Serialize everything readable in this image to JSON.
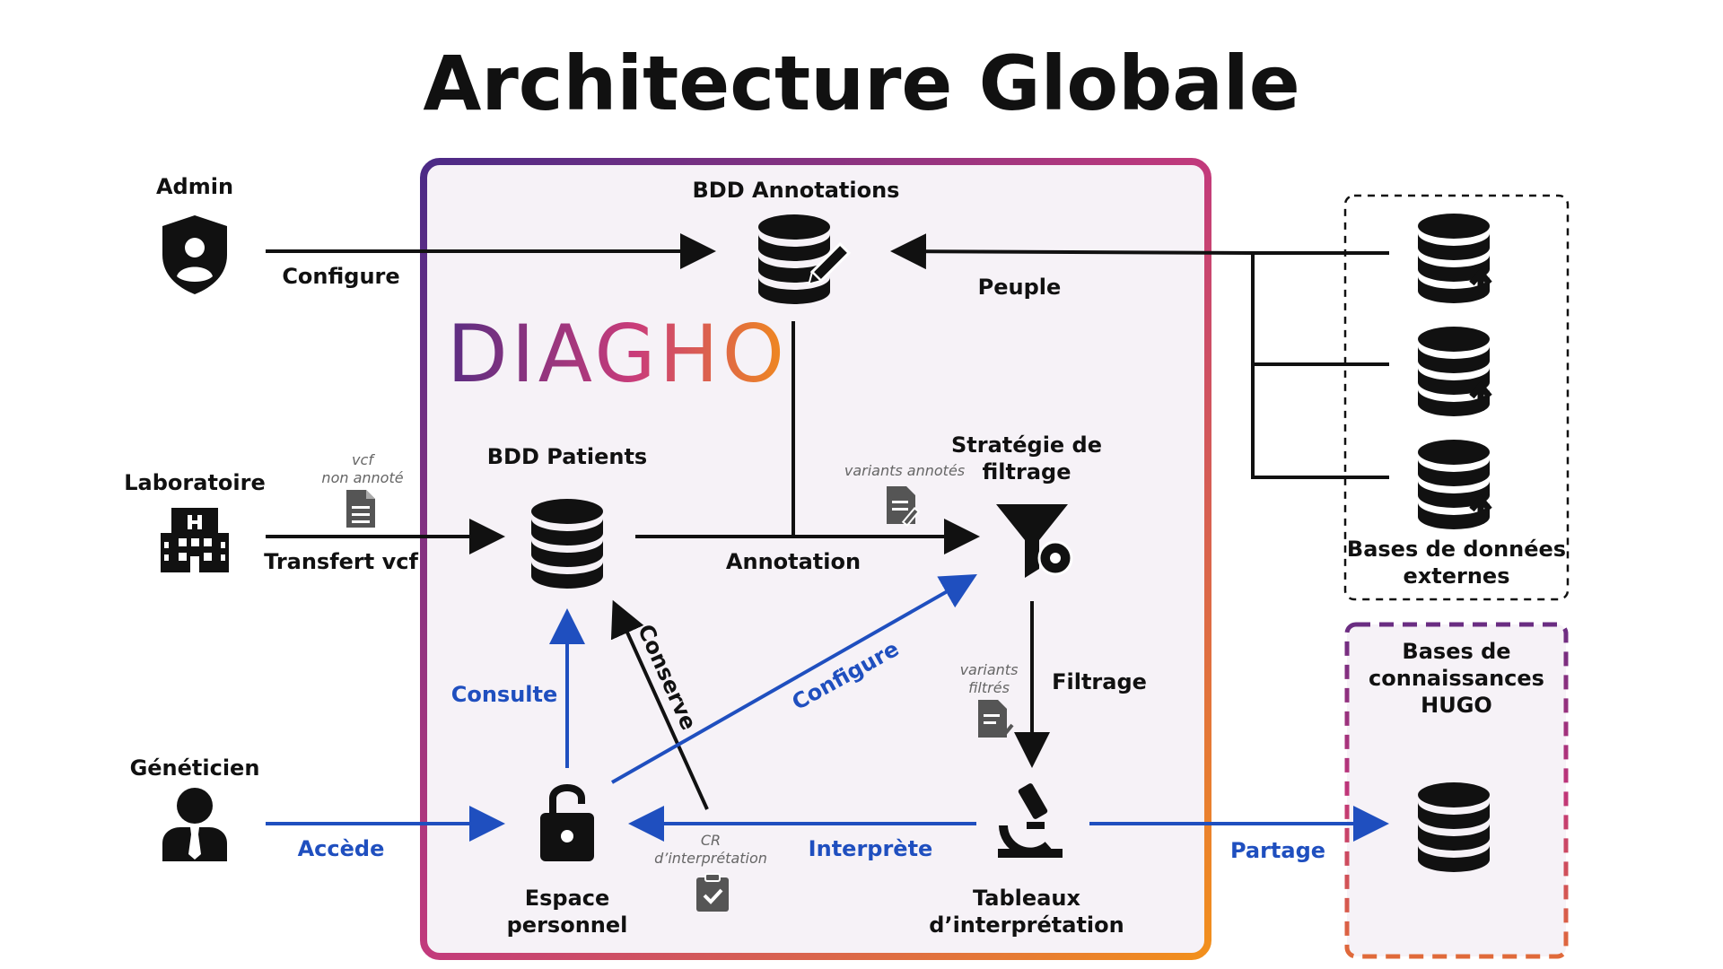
{
  "title": "Architecture Globale",
  "logo": "DIAGHO",
  "actors": {
    "admin": "Admin",
    "laboratoire": "Laboratoire",
    "geneticien": "Généticien"
  },
  "nodes": {
    "bdd_annotations": "BDD Annotations",
    "bdd_patients": "BDD Patients",
    "strategie_line1": "Stratégie de",
    "strategie_line2": "filtrage",
    "espace_line1": "Espace",
    "espace_line2": "personnel",
    "tableaux_line1": "Tableaux",
    "tableaux_line2": "d’interprétation",
    "externes_line1": "Bases de données",
    "externes_line2": "externes",
    "hugo_line1": "Bases de",
    "hugo_line2": "connaissances",
    "hugo_line3": "HUGO"
  },
  "edges": {
    "configure_admin": "Configure",
    "peuple": "Peuple",
    "transfert": "Transfert vcf",
    "annotation": "Annotation",
    "consulte": "Consulte",
    "conserve": "Conserve",
    "configure_gen": "Configure",
    "filtrage": "Filtrage",
    "accede": "Accède",
    "interprete": "Interprète",
    "partage": "Partage"
  },
  "doc_labels": {
    "vcf_line1": "vcf",
    "vcf_line2": "non annoté",
    "variants_annotes": "variants annotés",
    "variants_line1": "variants",
    "variants_line2": "filtrés",
    "cr_line1": "CR",
    "cr_line2": "d’interprétation"
  },
  "colors": {
    "black_edge": "#111111",
    "blue_edge": "#1f4fbf",
    "gradient_start": "#5a2d82",
    "gradient_mid": "#c03a7a",
    "gradient_end": "#f08a1e",
    "hugo_border": "#a0307a"
  }
}
